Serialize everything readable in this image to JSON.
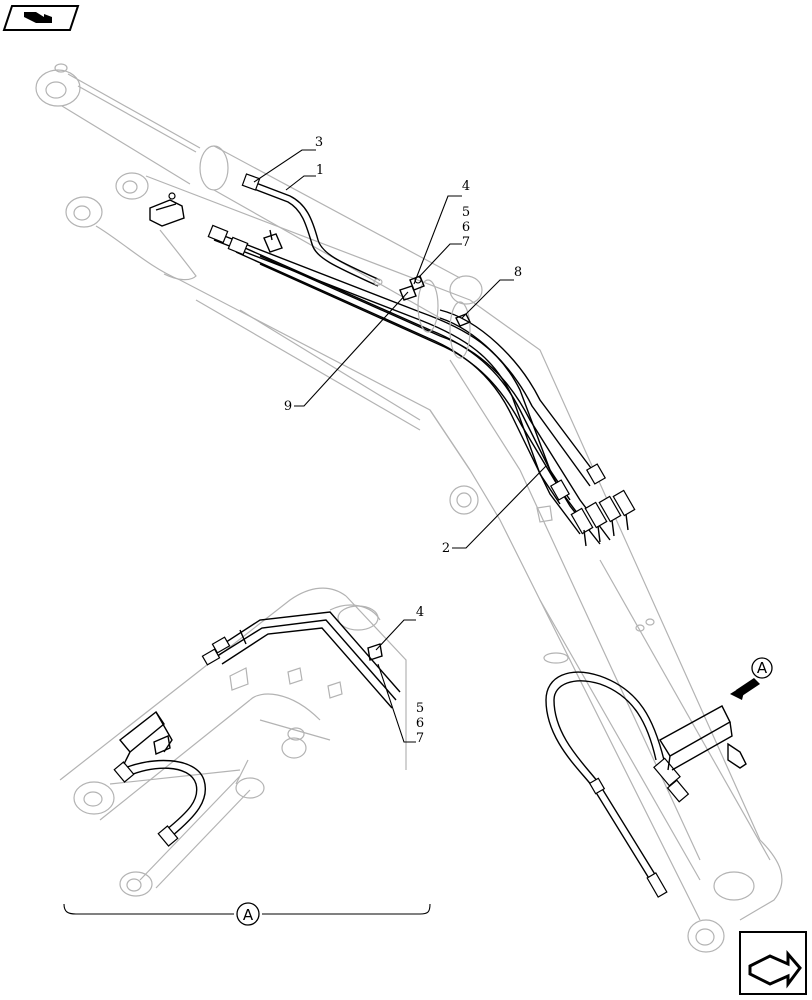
{
  "nav": {
    "prev_icon": "arrow-back-icon",
    "next_icon": "arrow-forward-icon"
  },
  "callouts": {
    "c1": "1",
    "c2": "2",
    "c3": "3",
    "c4": "4",
    "c5": "5",
    "c6": "6",
    "c7": "7",
    "c8": "8",
    "c9": "9",
    "detail_c4": "4",
    "detail_c5": "5",
    "detail_c6": "6",
    "detail_c7": "7"
  },
  "view_marker": "A",
  "detail_marker": "A",
  "colors": {
    "part_outline": "#b3b3b3",
    "hose_line": "#000000"
  }
}
